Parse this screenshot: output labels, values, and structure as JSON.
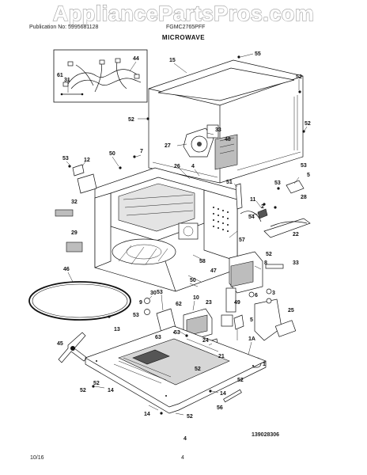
{
  "watermark": "AppliancePartsPros.com",
  "header": {
    "publication": "Publication No: 5995681128",
    "model": "FGMC2765PFF",
    "section_title": "MICROWAVE"
  },
  "footer": {
    "date": "10/16",
    "page": "4",
    "drawing_number": "139028306"
  },
  "callouts": [
    "55",
    "15",
    "44",
    "31",
    "61",
    "52",
    "52",
    "52",
    "33",
    "27",
    "48",
    "53",
    "50",
    "7",
    "12",
    "26",
    "4",
    "53",
    "5",
    "32",
    "51",
    "53",
    "11",
    "28",
    "2",
    "54",
    "22",
    "29",
    "57",
    "52",
    "58",
    "8",
    "33",
    "47",
    "50",
    "10",
    "46",
    "30",
    "53",
    "9",
    "62",
    "6",
    "23",
    "3",
    "25",
    "53",
    "63",
    "5",
    "49",
    "13",
    "45",
    "24",
    "21",
    "1A",
    "1",
    "52",
    "14",
    "14",
    "52",
    "14",
    "56",
    "52",
    "52",
    "52",
    "53",
    "4"
  ]
}
